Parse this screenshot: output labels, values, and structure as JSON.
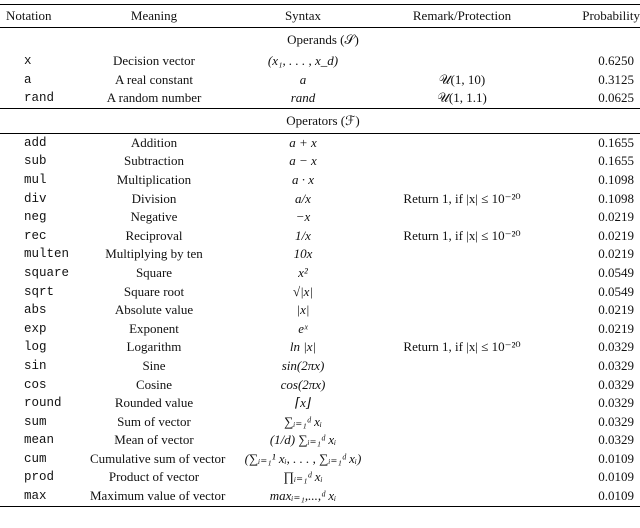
{
  "headers": [
    "Notation",
    "Meaning",
    "Syntax",
    "Remark/Protection",
    "Probability"
  ],
  "operands_title": "Operands (𝒮)",
  "operators_title": "Operators (ℱ)",
  "operands": [
    {
      "notation": "x",
      "meaning": "Decision vector",
      "syntax": "(x₁, . . . , x_d)",
      "remark": "",
      "prob": "0.6250"
    },
    {
      "notation": "a",
      "meaning": "A real constant",
      "syntax": "a",
      "remark": "𝒰(1, 10)",
      "prob": "0.3125"
    },
    {
      "notation": "rand",
      "meaning": "A random number",
      "syntax": "rand",
      "remark": "𝒰(1, 1.1)",
      "prob": "0.0625"
    }
  ],
  "operators": [
    {
      "notation": "add",
      "meaning": "Addition",
      "syntax": "a + x",
      "remark": "",
      "prob": "0.1655"
    },
    {
      "notation": "sub",
      "meaning": "Subtraction",
      "syntax": "a − x",
      "remark": "",
      "prob": "0.1655"
    },
    {
      "notation": "mul",
      "meaning": "Multiplication",
      "syntax": "a · x",
      "remark": "",
      "prob": "0.1098"
    },
    {
      "notation": "div",
      "meaning": "Division",
      "syntax": "a/x",
      "remark": "Return 1, if |x| ≤ 10⁻²⁰",
      "prob": "0.1098"
    },
    {
      "notation": "neg",
      "meaning": "Negative",
      "syntax": "−x",
      "remark": "",
      "prob": "0.0219"
    },
    {
      "notation": "rec",
      "meaning": "Reciproval",
      "syntax": "1/x",
      "remark": "Return 1, if |x| ≤ 10⁻²⁰",
      "prob": "0.0219"
    },
    {
      "notation": "multen",
      "meaning": "Multiplying by ten",
      "syntax": "10x",
      "remark": "",
      "prob": "0.0219"
    },
    {
      "notation": "square",
      "meaning": "Square",
      "syntax": "x²",
      "remark": "",
      "prob": "0.0549"
    },
    {
      "notation": "sqrt",
      "meaning": "Square root",
      "syntax": "√|x|",
      "remark": "",
      "prob": "0.0549"
    },
    {
      "notation": "abs",
      "meaning": "Absolute value",
      "syntax": "|x|",
      "remark": "",
      "prob": "0.0219"
    },
    {
      "notation": "exp",
      "meaning": "Exponent",
      "syntax": "eˣ",
      "remark": "",
      "prob": "0.0219"
    },
    {
      "notation": "log",
      "meaning": "Logarithm",
      "syntax": "ln |x|",
      "remark": "Return 1, if |x| ≤ 10⁻²⁰",
      "prob": "0.0329"
    },
    {
      "notation": "sin",
      "meaning": "Sine",
      "syntax": "sin(2πx)",
      "remark": "",
      "prob": "0.0329"
    },
    {
      "notation": "cos",
      "meaning": "Cosine",
      "syntax": "cos(2πx)",
      "remark": "",
      "prob": "0.0329"
    },
    {
      "notation": "round",
      "meaning": "Rounded value",
      "syntax": "⌈x⌋",
      "remark": "",
      "prob": "0.0329"
    },
    {
      "notation": "sum",
      "meaning": "Sum of vector",
      "syntax": "∑ᵢ₌₁ᵈ xᵢ",
      "remark": "",
      "prob": "0.0329"
    },
    {
      "notation": "mean",
      "meaning": "Mean of vector",
      "syntax": "(1/d) ∑ᵢ₌₁ᵈ xᵢ",
      "remark": "",
      "prob": "0.0329"
    },
    {
      "notation": "cum",
      "meaning": "Cumulative sum of vector",
      "syntax": "(∑ᵢ₌₁¹ xᵢ, . . . , ∑ᵢ₌₁ᵈ xᵢ)",
      "remark": "",
      "prob": "0.0109"
    },
    {
      "notation": "prod",
      "meaning": "Product of vector",
      "syntax": "∏ᵢ₌₁ᵈ xᵢ",
      "remark": "",
      "prob": "0.0109"
    },
    {
      "notation": "max",
      "meaning": "Maximum value of vector",
      "syntax": "maxᵢ₌₁,...,ᵈ xᵢ",
      "remark": "",
      "prob": "0.0109"
    }
  ]
}
